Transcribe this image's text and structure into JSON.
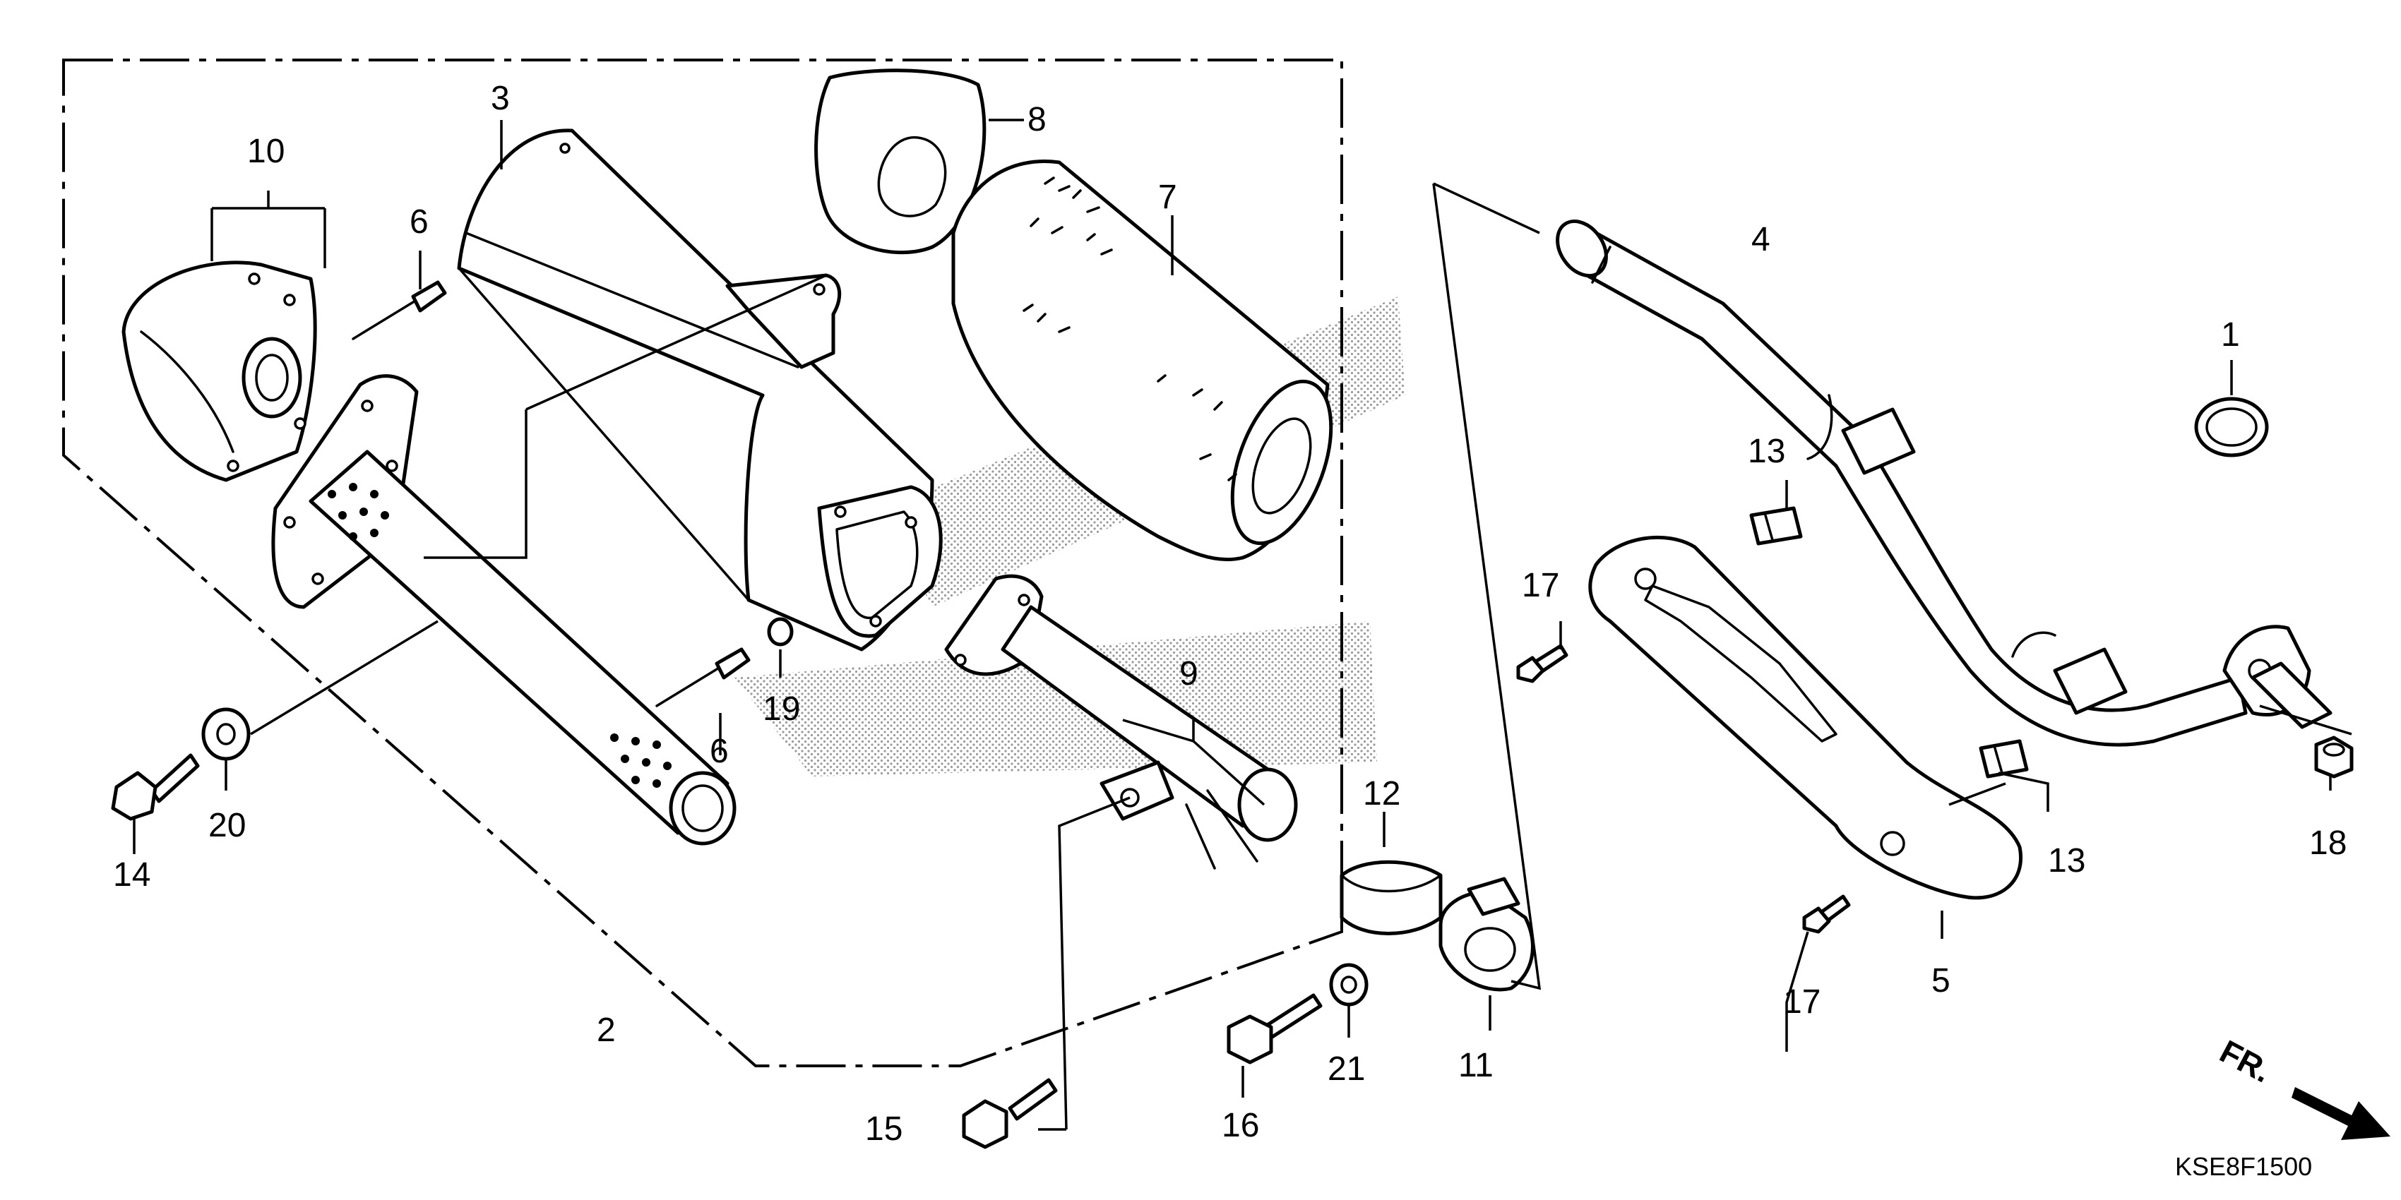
{
  "diagram_code": "KSE8F1500",
  "direction_label": "FR.",
  "callouts": {
    "c1": "1",
    "c2": "2",
    "c3": "3",
    "c4": "4",
    "c5": "5",
    "c6a": "6",
    "c6b": "6",
    "c7": "7",
    "c8": "8",
    "c9": "9",
    "c10": "10",
    "c11": "11",
    "c12": "12",
    "c13a": "13",
    "c13b": "13",
    "c14": "14",
    "c15": "15",
    "c16": "16",
    "c17a": "17",
    "c17b": "17",
    "c18": "18",
    "c19": "19",
    "c20": "20",
    "c21": "21"
  },
  "colors": {
    "line": "#000000",
    "background": "#ffffff",
    "watermark": "#9a9a9a"
  }
}
